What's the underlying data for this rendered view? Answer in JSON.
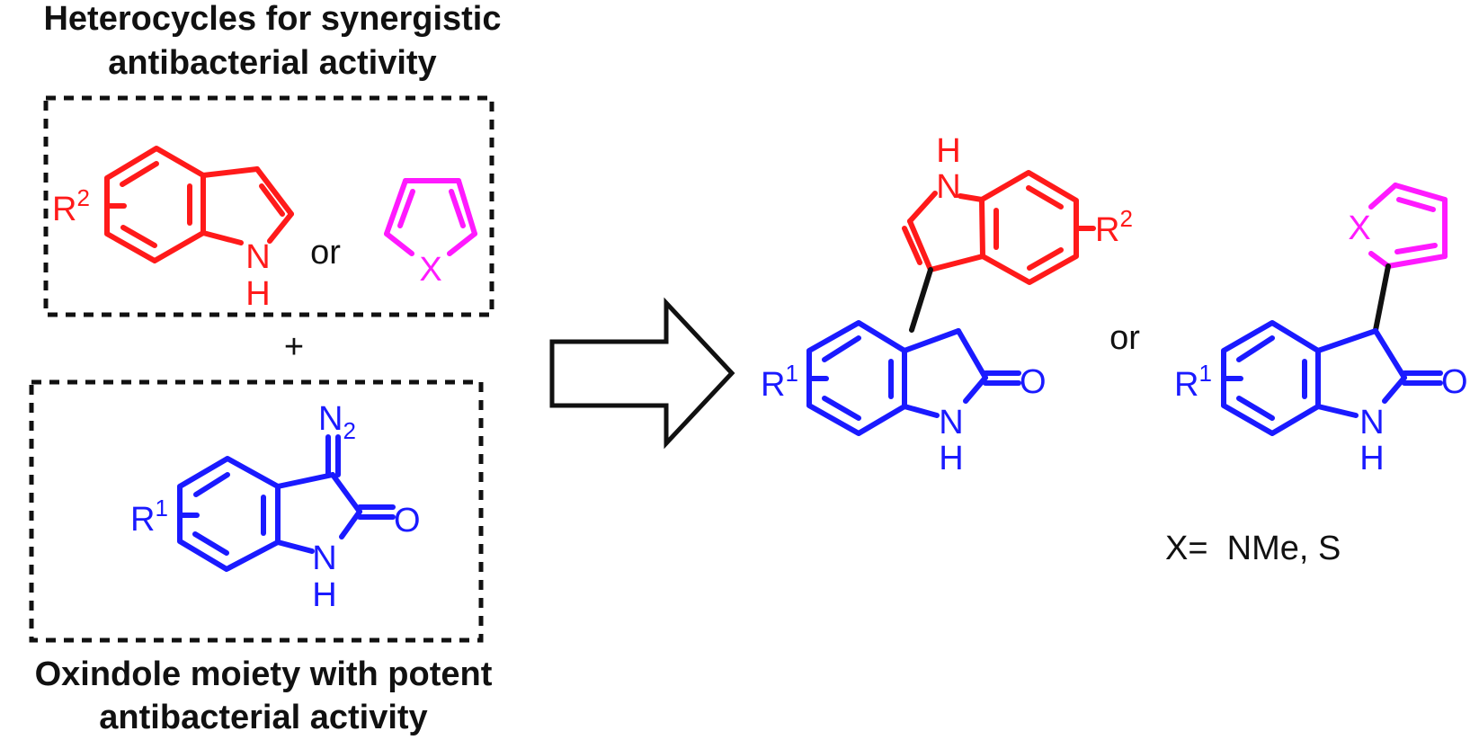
{
  "top_title": {
    "line1": "Heterocycles for synergistic",
    "line2": "antibacterial activity"
  },
  "bottom_title": {
    "line1": "Oxindole moiety with potent",
    "line2": "antibacterial activity"
  },
  "plus": "+",
  "or_word": "or",
  "substituents": {
    "r": "R",
    "r1_sup": "1",
    "r2_sup": "2",
    "n": "N",
    "h": "H",
    "o": "O",
    "x": "X",
    "n2_main": "N",
    "n2_sub": "2"
  },
  "footnote": "X=  NMe, S",
  "colors": {
    "indole": "#ff1a1a",
    "oxindole": "#1a1aff",
    "five_ring": "#ff1aff",
    "frame": "#111111"
  }
}
